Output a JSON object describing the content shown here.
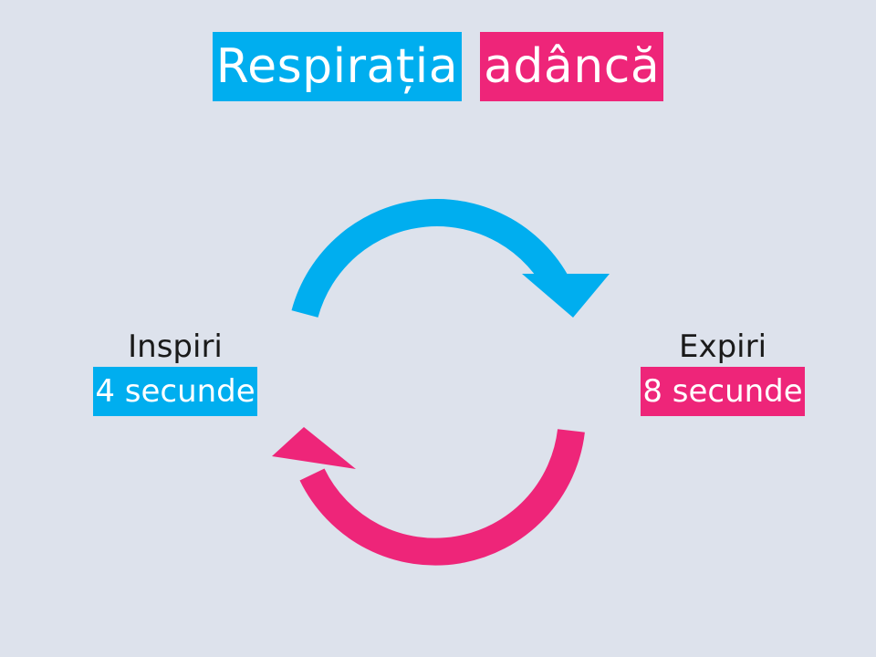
{
  "title": {
    "word1": "Respirația",
    "word2": "adâncă"
  },
  "inhale": {
    "label": "Inspiri",
    "duration": "4 secunde"
  },
  "exhale": {
    "label": "Expiri",
    "duration": "8 secunde"
  },
  "colors": {
    "background": "#dde2ec",
    "blue": "#00aeef",
    "pink": "#ee2579"
  }
}
